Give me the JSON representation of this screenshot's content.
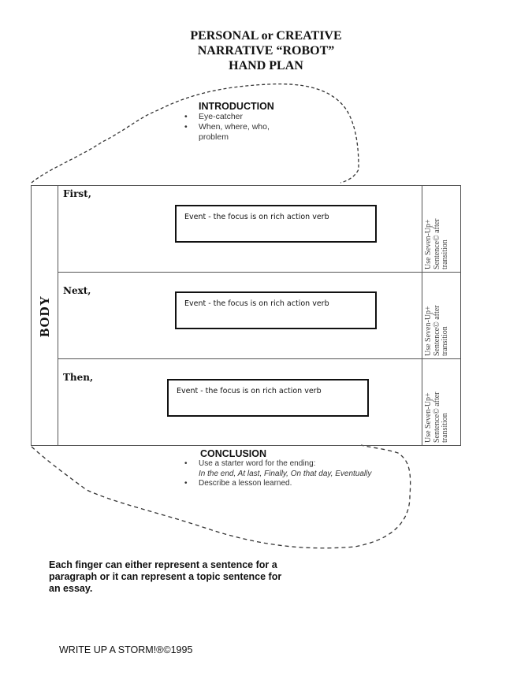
{
  "title": {
    "line1": "PERSONAL or CREATIVE",
    "line2": "NARRATIVE “ROBOT”",
    "line3": "HAND PLAN"
  },
  "introduction": {
    "heading": "INTRODUCTION",
    "bullets": [
      "Eye-catcher",
      "When, where, who, problem"
    ]
  },
  "body": {
    "label": "BODY",
    "rows": [
      {
        "label": "First,",
        "event": "Event - the focus is on rich action verb",
        "side": "Use Seven-Up+ Sentence© after transition"
      },
      {
        "label": "Next,",
        "event": "Event - the focus is on rich action verb",
        "side": "Use Seven-Up+ Sentence© after transition"
      },
      {
        "label": "Then,",
        "event": "Event - the focus is on rich action verb",
        "side": "Use Seven-Up+ Sentence© after transition"
      }
    ]
  },
  "conclusion": {
    "heading": "CONCLUSION",
    "bullet1": "Use a starter word for the ending:",
    "bullet1_italic": "In the end, At last, Finally, On that day, Eventually",
    "bullet2": "Describe a lesson learned."
  },
  "note": "Each finger can either represent a sentence for a paragraph or it can represent a topic sentence for an essay.",
  "footer": "WRITE UP A STORM!®©1995"
}
